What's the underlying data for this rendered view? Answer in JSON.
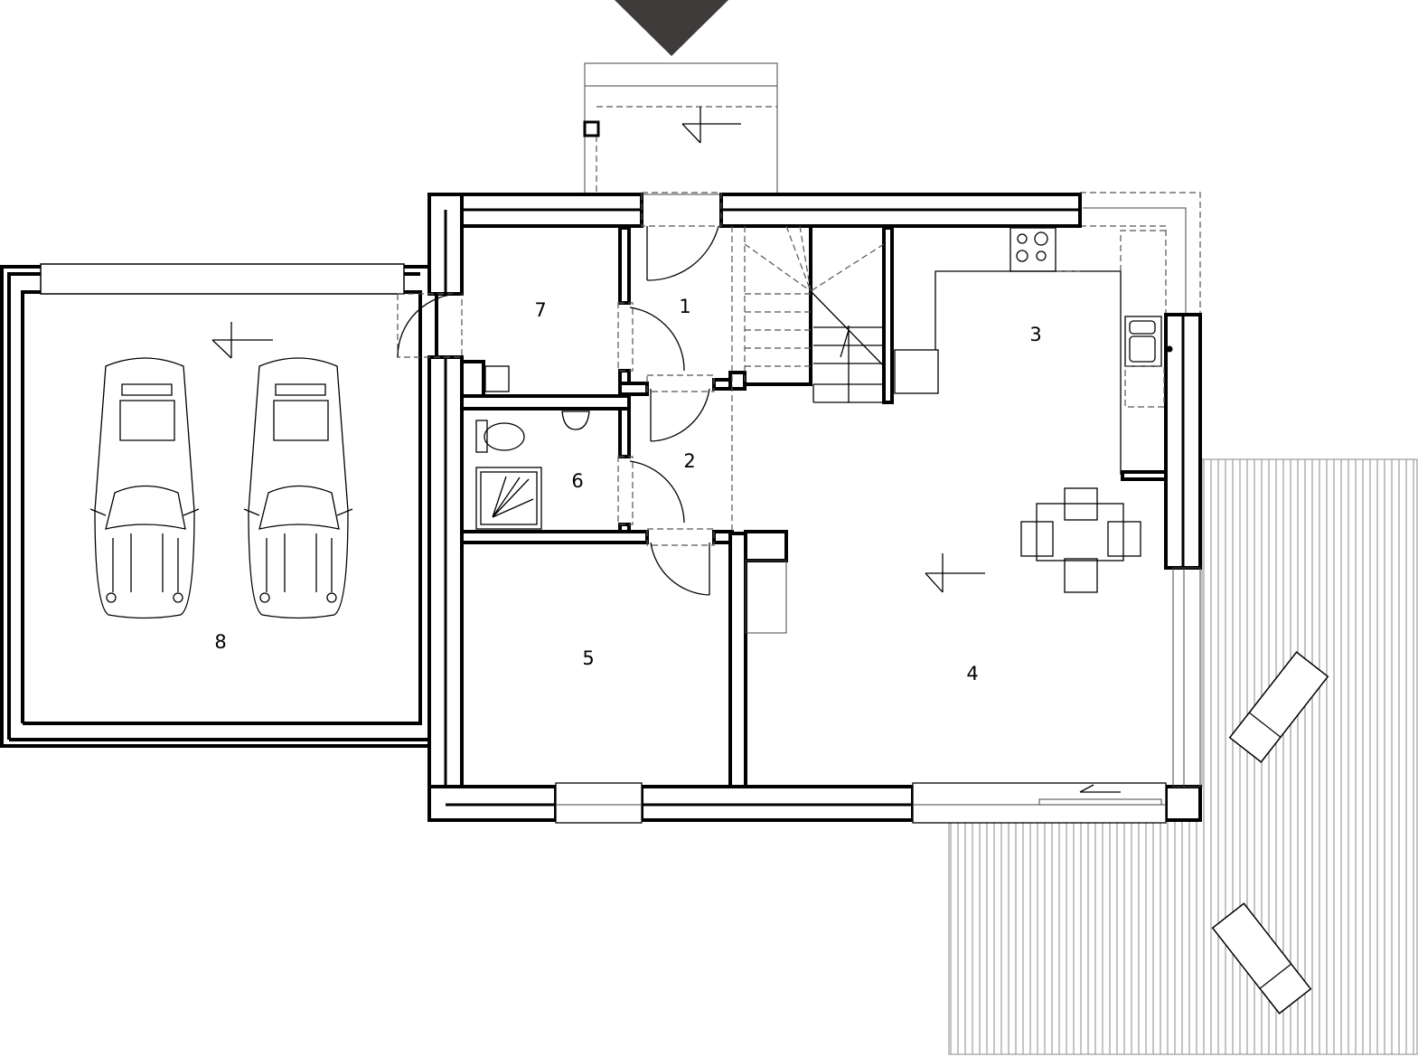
{
  "plan": {
    "type": "ground floor plan",
    "entrance_marker_color": "#3f3b3a",
    "rooms": [
      {
        "number": "1"
      },
      {
        "number": "2"
      },
      {
        "number": "3"
      },
      {
        "number": "4"
      },
      {
        "number": "5"
      },
      {
        "number": "6"
      },
      {
        "number": "7"
      },
      {
        "number": "8"
      }
    ]
  }
}
